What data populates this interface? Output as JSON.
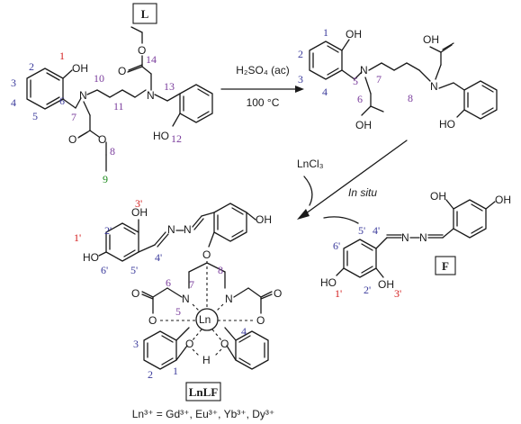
{
  "labels": {
    "L": "L",
    "F": "F",
    "LnLF": "LnLF"
  },
  "reaction": {
    "reagent": "H₂SO₄ (ac)",
    "temperature": "100 °C",
    "ln_reagent": "LnCl₃",
    "in_situ": "In situ"
  },
  "footer": "Ln³⁺ = Gd³⁺, Eu³⁺, Yb³⁺, Dy³⁺",
  "atoms": {
    "oh": "OH",
    "ho": "HO",
    "n": "N",
    "o": "O",
    "h": "H",
    "ln": "Ln"
  },
  "numbers": {
    "n1": "1",
    "n2": "2",
    "n3": "3",
    "n4": "4",
    "n5": "5",
    "n6": "6",
    "n7": "7",
    "n8": "8",
    "n9": "9",
    "n10": "10",
    "n11": "11",
    "n12": "12",
    "n13": "13",
    "n14": "14",
    "p1": "1'",
    "p2": "2'",
    "p3": "3'",
    "p4": "4'",
    "p5": "5'",
    "p6": "6'"
  }
}
